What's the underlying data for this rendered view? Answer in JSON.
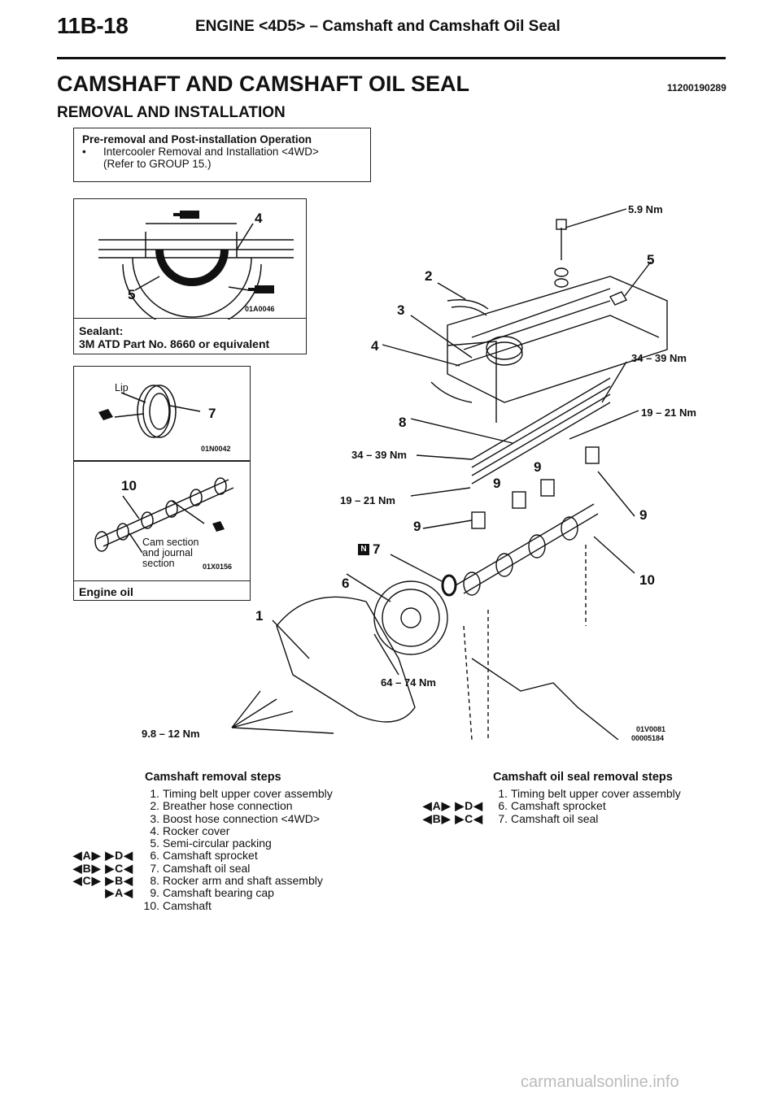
{
  "header": {
    "page_number": "11B-18",
    "title": "ENGINE <4D5> – Camshaft and Camshaft Oil Seal"
  },
  "section": {
    "title": "CAMSHAFT AND CAMSHAFT OIL SEAL",
    "doc_id": "11200190289",
    "subtitle": "REMOVAL AND INSTALLATION"
  },
  "pre_op": {
    "heading": "Pre-removal and Post-installation Operation",
    "bullet": "•",
    "item": "Intercooler Removal and Installation <4WD>",
    "note": "(Refer to GROUP 15.)"
  },
  "panels": {
    "sealant": {
      "code": "01A0046",
      "callout_4": "4",
      "callout_5": "5",
      "label_line1": "Sealant:",
      "label_line2": "3M ATD Part No. 8660 or equivalent"
    },
    "oilseal": {
      "lip": "Lip",
      "callout_7": "7",
      "code": "01N0042"
    },
    "camshaft": {
      "callout_10": "10",
      "text1": "Cam section",
      "text2": "and journal",
      "text3": "section",
      "code": "01X0156",
      "label": "Engine oil"
    }
  },
  "diagram": {
    "callouts": [
      "1",
      "2",
      "3",
      "4",
      "5",
      "6",
      "7",
      "8",
      "9",
      "9",
      "9",
      "9",
      "10"
    ],
    "new_part_mark": "N",
    "torques": {
      "t1": "5.9 Nm",
      "t2": "34 – 39 Nm",
      "t3": "19 – 21 Nm",
      "t4": "34 – 39 Nm",
      "t5": "19 – 21 Nm",
      "t6": "64 – 74 Nm",
      "t7": "9.8 – 12 Nm"
    },
    "code1": "01V0081",
    "code2": "00005184"
  },
  "camshaft_removal": {
    "heading": "Camshaft removal steps",
    "steps": [
      {
        "n": "1.",
        "text": "Timing belt upper cover assembly",
        "mark": ""
      },
      {
        "n": "2.",
        "text": "Breather hose connection",
        "mark": ""
      },
      {
        "n": "3.",
        "text": "Boost hose connection <4WD>",
        "mark": ""
      },
      {
        "n": "4.",
        "text": "Rocker cover",
        "mark": ""
      },
      {
        "n": "5.",
        "text": "Semi-circular packing",
        "mark": ""
      },
      {
        "n": "6.",
        "text": "Camshaft sprocket",
        "mark": "◀A▶  ▶D◀"
      },
      {
        "n": "7.",
        "text": "Camshaft oil seal",
        "mark": "◀B▶  ▶C◀"
      },
      {
        "n": "8.",
        "text": "Rocker arm and shaft assembly",
        "mark": "◀C▶  ▶B◀"
      },
      {
        "n": "9.",
        "text": "Camshaft bearing cap",
        "mark": "▶A◀"
      },
      {
        "n": "10.",
        "text": "Camshaft",
        "mark": ""
      }
    ]
  },
  "oilseal_removal": {
    "heading": "Camshaft oil seal removal steps",
    "steps": [
      {
        "n": "1.",
        "text": "Timing belt upper cover assembly",
        "mark": ""
      },
      {
        "n": "6.",
        "text": "Camshaft sprocket",
        "mark": "◀A▶  ▶D◀"
      },
      {
        "n": "7.",
        "text": "Camshaft oil seal",
        "mark": "◀B▶  ▶C◀"
      }
    ]
  },
  "watermark": "carmanualsonline.info"
}
